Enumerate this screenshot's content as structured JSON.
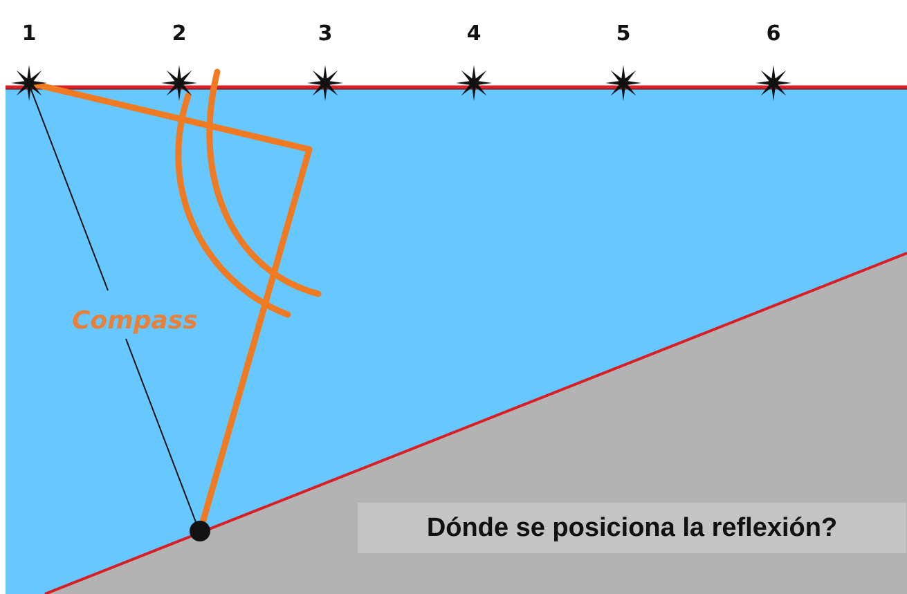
{
  "colors": {
    "water": "#66c8ff",
    "rock": "#b3b3b3",
    "interface": "#d91f26",
    "construction": "#f07a22",
    "ray": "#111111",
    "shot": "#111111",
    "question_box": "#c4c4c4"
  },
  "shots": [
    {
      "label": "1",
      "icon": "star-burst-icon"
    },
    {
      "label": "2",
      "icon": "star-burst-icon"
    },
    {
      "label": "3",
      "icon": "star-burst-icon"
    },
    {
      "label": "4",
      "icon": "star-burst-icon"
    },
    {
      "label": "5",
      "icon": "star-burst-icon"
    },
    {
      "label": "6",
      "icon": "star-burst-icon"
    }
  ],
  "compass_label": "Compass",
  "question": "Dónde se posiciona la reflexión?"
}
